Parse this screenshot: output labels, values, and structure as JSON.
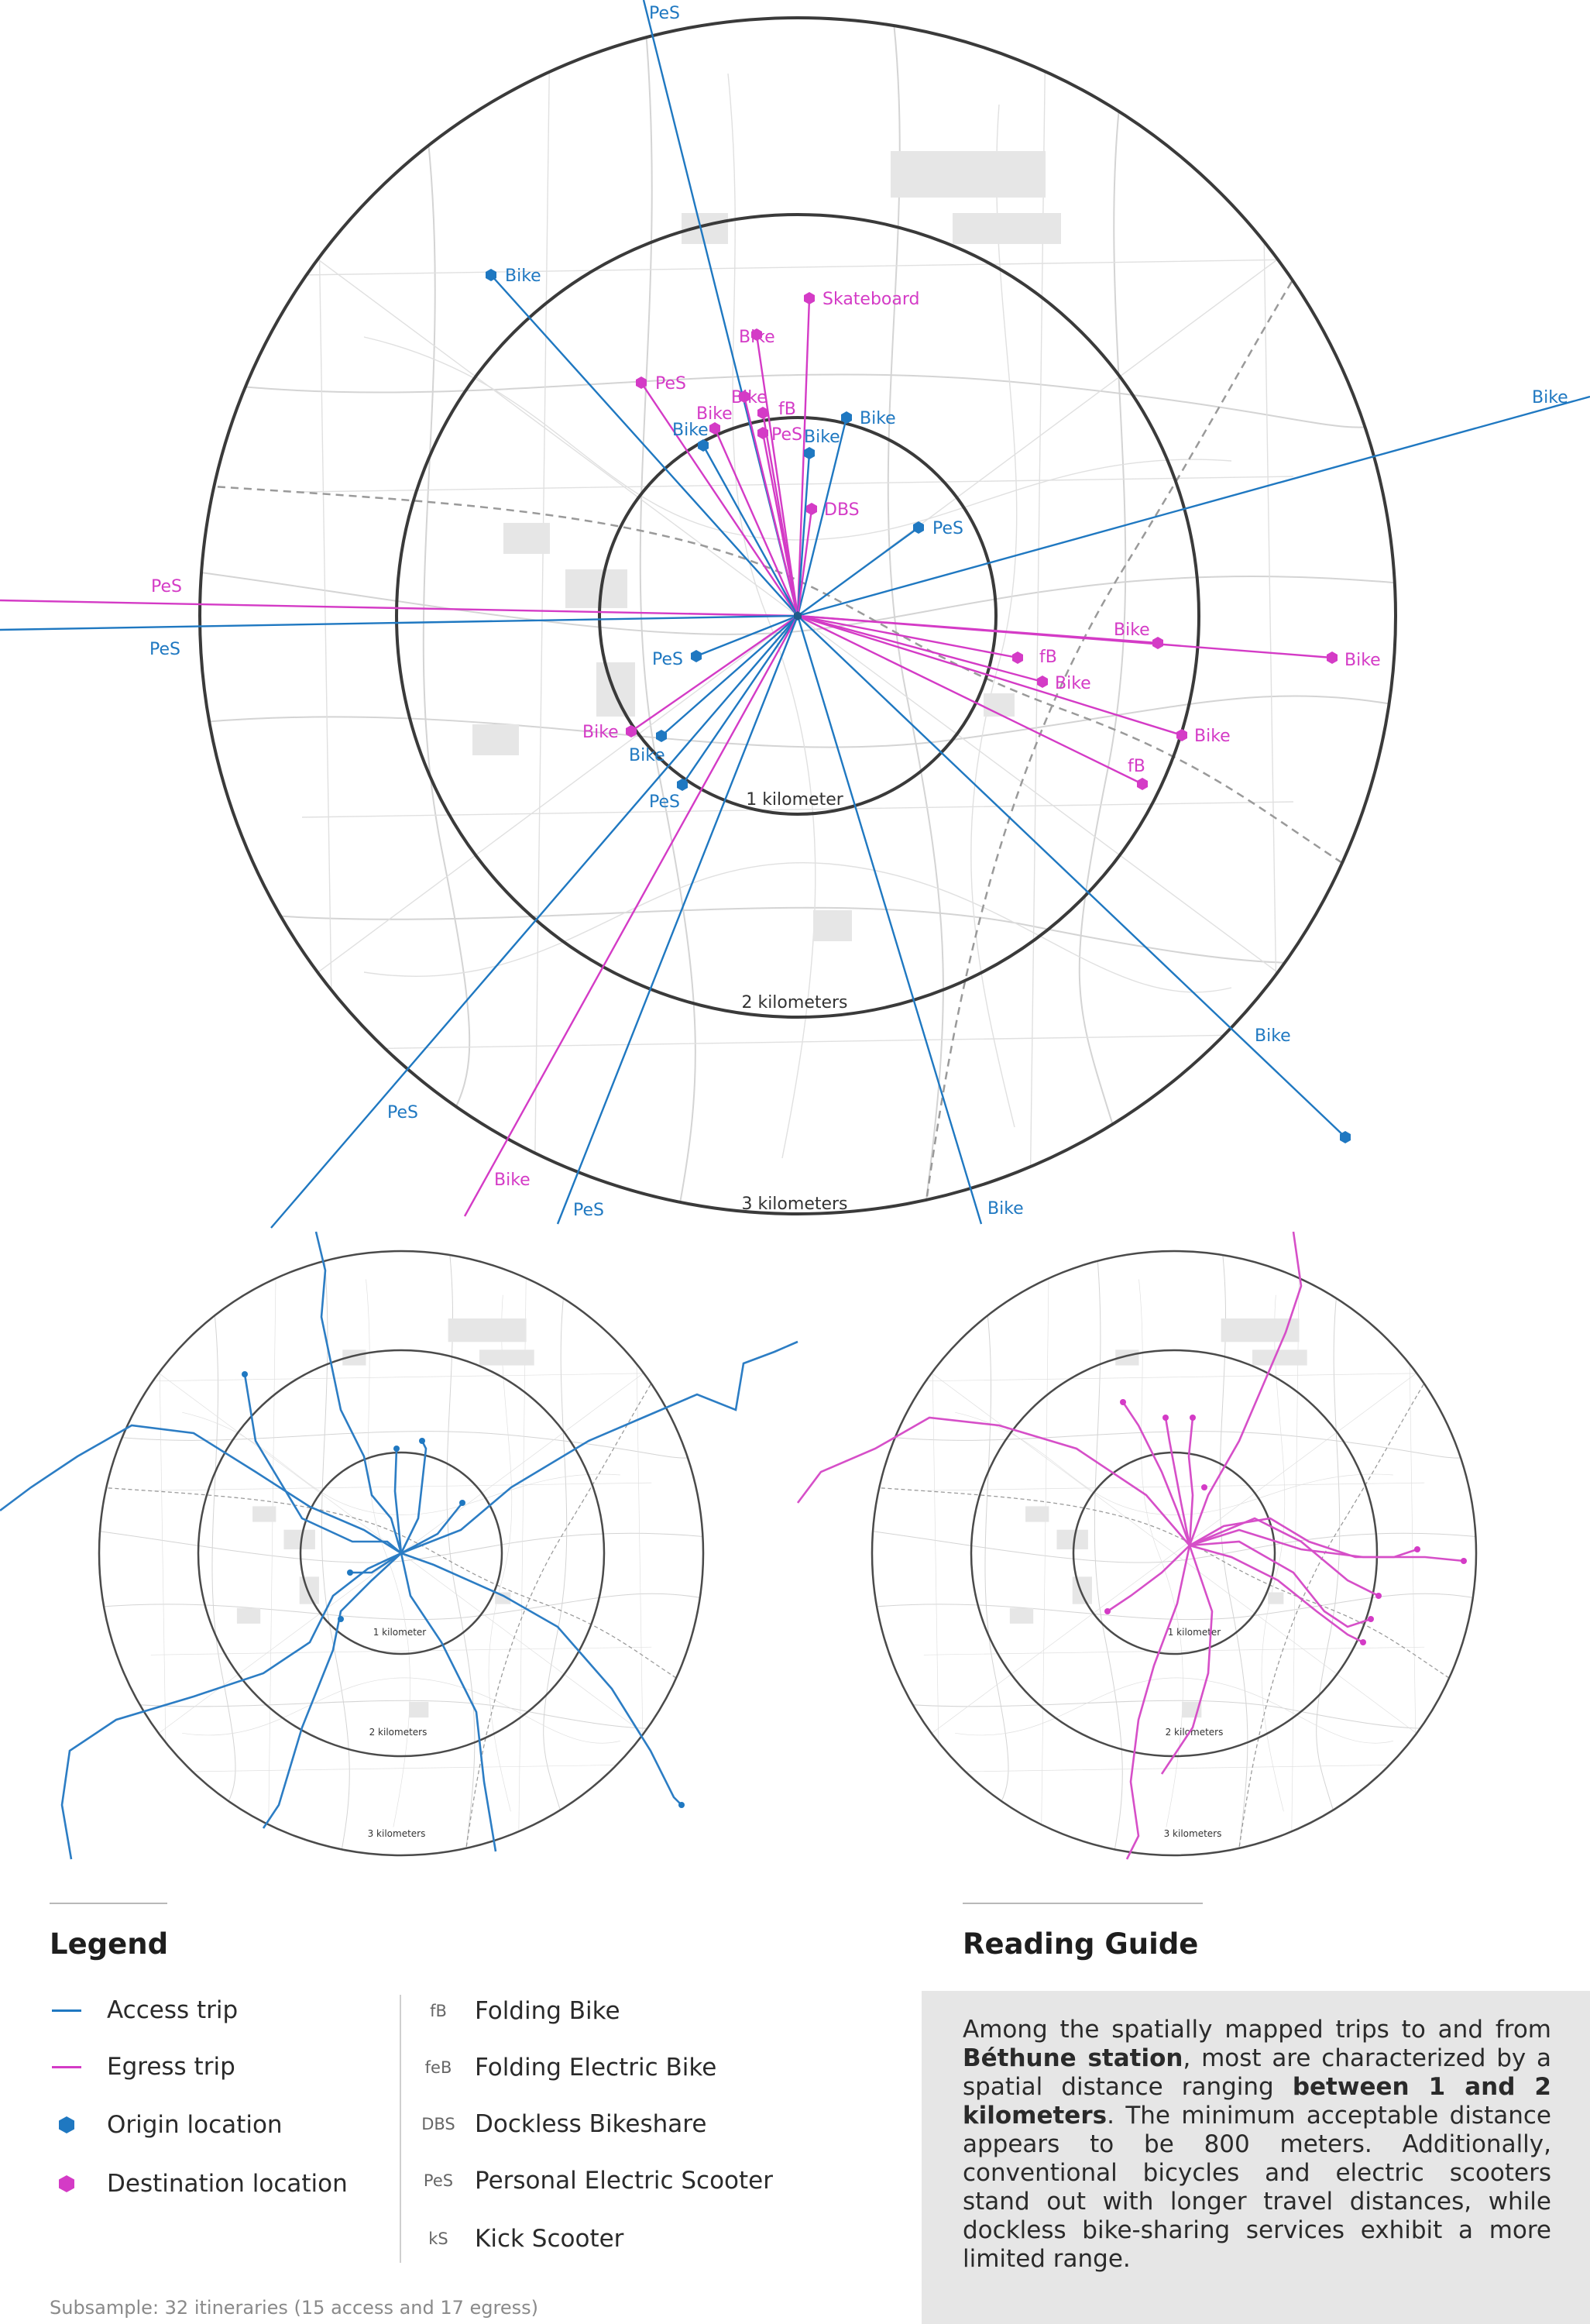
{
  "colors": {
    "access": "#1f78c1",
    "egress": "#d43bc6",
    "origin": "#1f78c1",
    "destination": "#d43bc6"
  },
  "main_map": {
    "rings": [
      {
        "distance_km": 1,
        "label": "1 kilometer"
      },
      {
        "distance_km": 2,
        "label": "2 kilometers"
      },
      {
        "distance_km": 3,
        "label": "3 kilometers"
      }
    ],
    "trips": [
      {
        "type": "access",
        "mode": "PeS"
      },
      {
        "type": "access",
        "mode": "Bike"
      },
      {
        "type": "egress",
        "mode": "Skateboard"
      },
      {
        "type": "egress",
        "mode": "Bike"
      },
      {
        "type": "egress",
        "mode": "PeS"
      },
      {
        "type": "egress",
        "mode": "Bike"
      },
      {
        "type": "egress",
        "mode": "fB"
      },
      {
        "type": "egress",
        "mode": "Bike"
      },
      {
        "type": "access",
        "mode": "Bike"
      },
      {
        "type": "access",
        "mode": "Bike"
      },
      {
        "type": "egress",
        "mode": "PeS"
      },
      {
        "type": "access",
        "mode": "Bike"
      },
      {
        "type": "egress",
        "mode": "DBS"
      },
      {
        "type": "access",
        "mode": "PeS"
      },
      {
        "type": "access",
        "mode": "Bike"
      },
      {
        "type": "egress",
        "mode": "PeS"
      },
      {
        "type": "access",
        "mode": "PeS"
      },
      {
        "type": "egress",
        "mode": "Bike"
      },
      {
        "type": "egress",
        "mode": "Bike"
      },
      {
        "type": "egress",
        "mode": "fB"
      },
      {
        "type": "egress",
        "mode": "Bike"
      },
      {
        "type": "egress",
        "mode": "Bike"
      },
      {
        "type": "egress",
        "mode": "fB"
      },
      {
        "type": "access",
        "mode": "PeS"
      },
      {
        "type": "egress",
        "mode": "Bike"
      },
      {
        "type": "access",
        "mode": "Bike"
      },
      {
        "type": "access",
        "mode": "PeS"
      },
      {
        "type": "access",
        "mode": "Bike"
      },
      {
        "type": "access",
        "mode": "PeS"
      },
      {
        "type": "egress",
        "mode": "Bike"
      },
      {
        "type": "access",
        "mode": "PeS"
      },
      {
        "type": "access",
        "mode": "Bike"
      }
    ]
  },
  "small_maps": [
    {
      "kind": "access",
      "ring_labels": [
        "1 kilometer",
        "2 kilometers",
        "3 kilometers"
      ]
    },
    {
      "kind": "egress",
      "ring_labels": [
        "1 kilometer",
        "2 kilometers",
        "3 kilometers"
      ]
    }
  ],
  "legend": {
    "title": "Legend",
    "items": [
      {
        "label": "Access trip",
        "symbol": "line-access"
      },
      {
        "label": "Egress trip",
        "symbol": "line-egress"
      },
      {
        "label": "Origin location",
        "symbol": "hexagon-origin"
      },
      {
        "label": "Destination location",
        "symbol": "hexagon-destination"
      }
    ],
    "abbreviations": [
      {
        "abbr": "fB",
        "label": "Folding Bike"
      },
      {
        "abbr": "feB",
        "label": "Folding Electric Bike"
      },
      {
        "abbr": "DBS",
        "label": "Dockless Bikeshare"
      },
      {
        "abbr": "PeS",
        "label": "Personal Electric Scooter"
      },
      {
        "abbr": "kS",
        "label": "Kick Scooter"
      }
    ]
  },
  "guide": {
    "title": "Reading Guide",
    "text_1": "Among the spatially mapped trips to and from ",
    "bold_1": "Béthune station",
    "text_2": ", most are characterized by a spatial distance ranging ",
    "bold_2": "between 1 and 2 kilometers",
    "text_3": ". The minimum acceptable distance appears to be 800 meters. Additionally, conventional bicycles and electric scooters stand out with longer travel distances, while dockless bike-sharing services exhibit a more limited range."
  },
  "subsample": "Subsample: 32 itineraries (15 access and 17 egress)"
}
